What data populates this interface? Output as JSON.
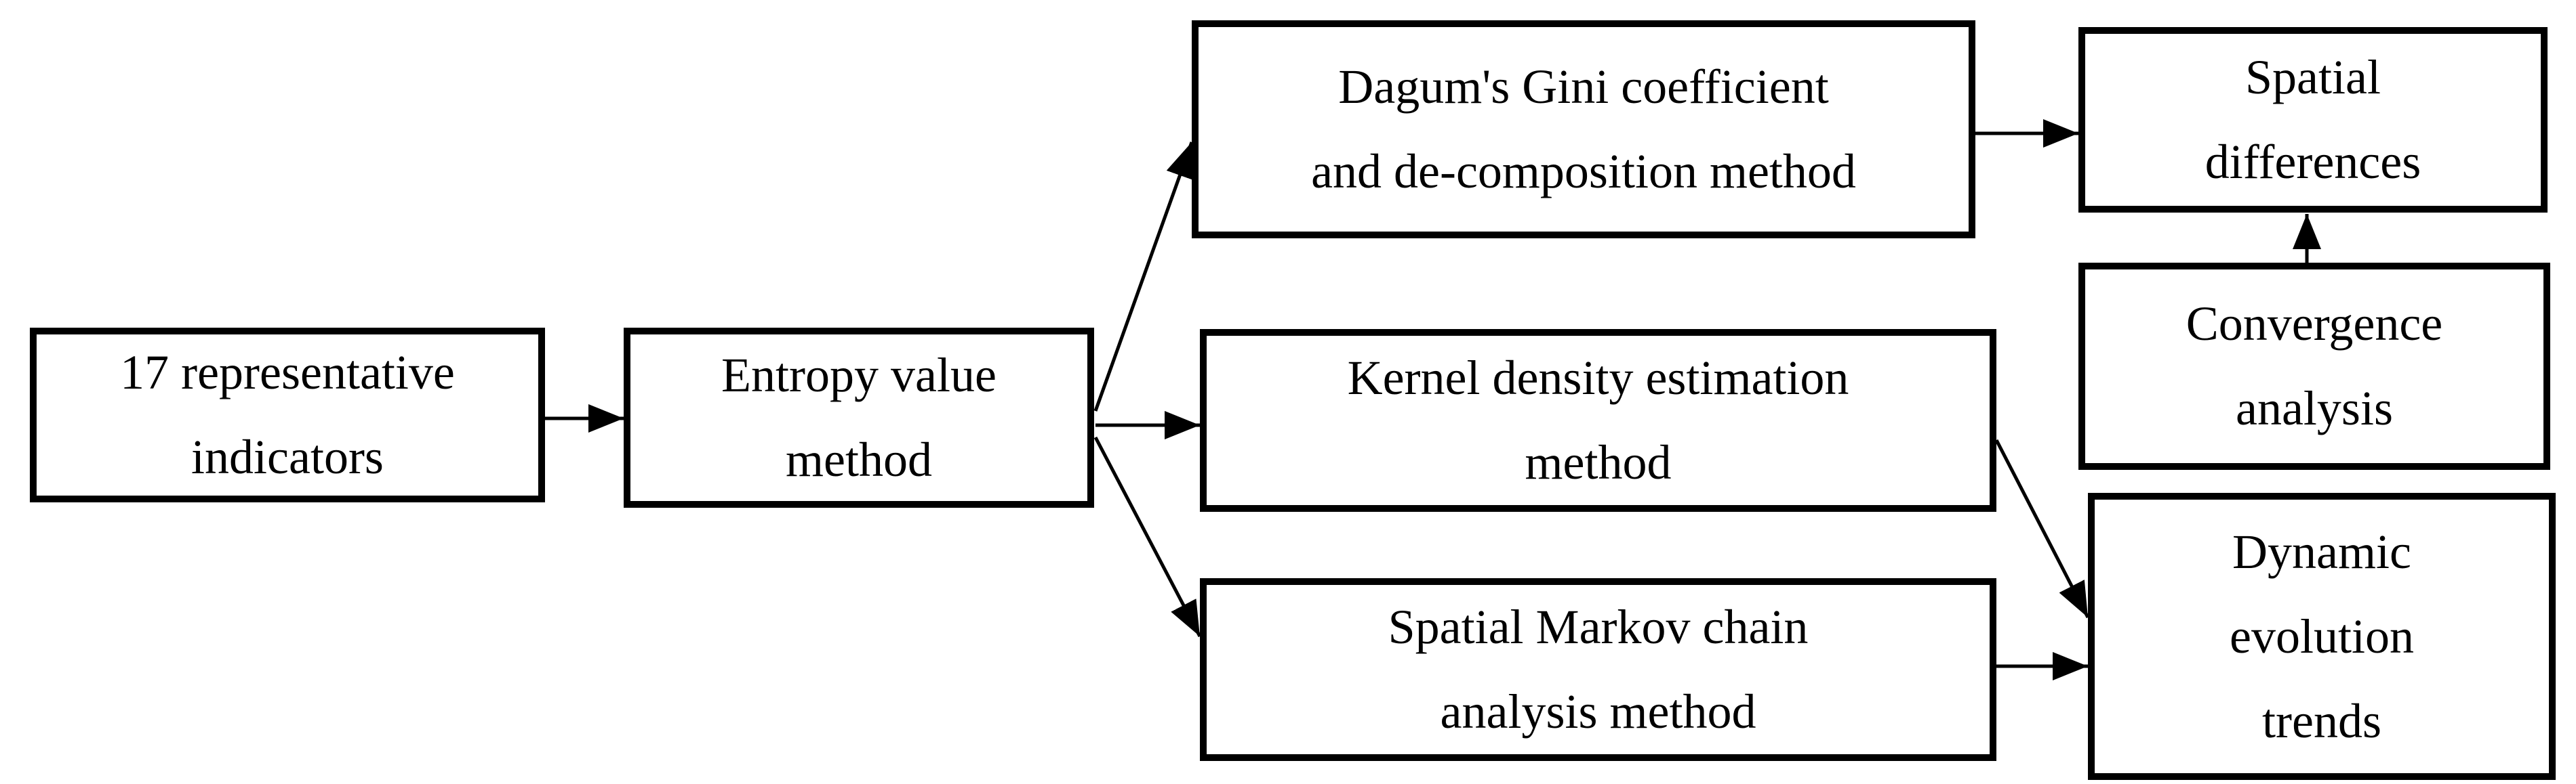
{
  "colors": {
    "background": "#ffffff",
    "box_border": "#000000",
    "text": "#000000",
    "arrow": "#000000"
  },
  "boxes": [
    {
      "id": "representative-indicators",
      "label": "17 representative indicators",
      "lines": [
        "17 representative",
        "indicators"
      ]
    },
    {
      "id": "entropy-value-method",
      "label": "Entropy value method",
      "lines": [
        "Entropy value",
        "method"
      ]
    },
    {
      "id": "dagum-gini-decomposition",
      "label": "Dagum's Gini coefficient and de-composition method",
      "lines": [
        "Dagum's Gini coefficient",
        "and de-composition method"
      ]
    },
    {
      "id": "kernel-density-estimation",
      "label": "Kernel density estimation method",
      "lines": [
        "Kernel density estimation",
        "method"
      ]
    },
    {
      "id": "spatial-markov-chain",
      "label": "Spatial Markov chain analysis method",
      "lines": [
        "Spatial Markov chain",
        "analysis method"
      ]
    },
    {
      "id": "spatial-differences",
      "label": "Spatial differences",
      "lines": [
        "Spatial",
        "differences"
      ]
    },
    {
      "id": "convergence-analysis",
      "label": "Convergence analysis",
      "lines": [
        "Convergence",
        "analysis"
      ]
    },
    {
      "id": "dynamic-evolution-trends",
      "label": "Dynamic evolution trends",
      "lines": [
        "Dynamic",
        "evolution",
        "trends"
      ]
    }
  ],
  "connections": [
    {
      "from": "17 representative indicators",
      "to": "Entropy value method"
    },
    {
      "from": "Entropy value method",
      "to": "Dagum's Gini coefficient and de-composition method"
    },
    {
      "from": "Entropy value method",
      "to": "Kernel density estimation method"
    },
    {
      "from": "Entropy value method",
      "to": "Spatial Markov chain analysis method"
    },
    {
      "from": "Dagum's Gini coefficient and de-composition method",
      "to": "Spatial differences"
    },
    {
      "from": "Convergence analysis",
      "to": "Spatial differences"
    },
    {
      "from": "Kernel density estimation method",
      "to": "Dynamic evolution trends"
    },
    {
      "from": "Spatial Markov chain analysis method",
      "to": "Dynamic evolution trends"
    }
  ]
}
